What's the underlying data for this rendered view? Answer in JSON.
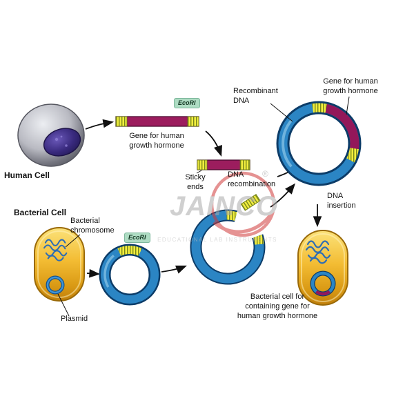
{
  "diagram_title": "Recombinant DNA process diagram",
  "labels": {
    "human_cell": "Human Cell",
    "gene_top": "Gene for human\ngrowth hormone",
    "ecori_top": "EcoRI",
    "sticky_ends": "Sticky\nends",
    "dna_recombination": "DNA\nrecombination",
    "recombinant_dna": "Recombinant\nDNA",
    "gene_right": "Gene for human\ngrowth hormone",
    "dna_insertion": "DNA\ninsertion",
    "bacterial_cell": "Bacterial Cell",
    "bacterial_chromosome": "Bacterial\nchromosome",
    "ecori_plasmid": "EcoRI",
    "plasmid": "Plasmid",
    "result_caption": "Bacterial cell for\ncontaining gene for\nhuman growth hormone"
  },
  "watermark": {
    "name": "JAINCO",
    "registered": "®",
    "tagline": "EDUCATIONAL LAB INSTRUMENTS"
  },
  "colors": {
    "plasmid_blue": "#2b85c4",
    "gene_magenta": "#93175a",
    "sticky_yellow": "#f2ee3e",
    "cell_gold": "#f3bc33",
    "ecori_green": "#aedcc3",
    "human_cell_gray": "#b9bac2",
    "nucleus_purple": "#392a7e",
    "watermark_red": "#d03a3a",
    "watermark_gray": "#ababab"
  }
}
